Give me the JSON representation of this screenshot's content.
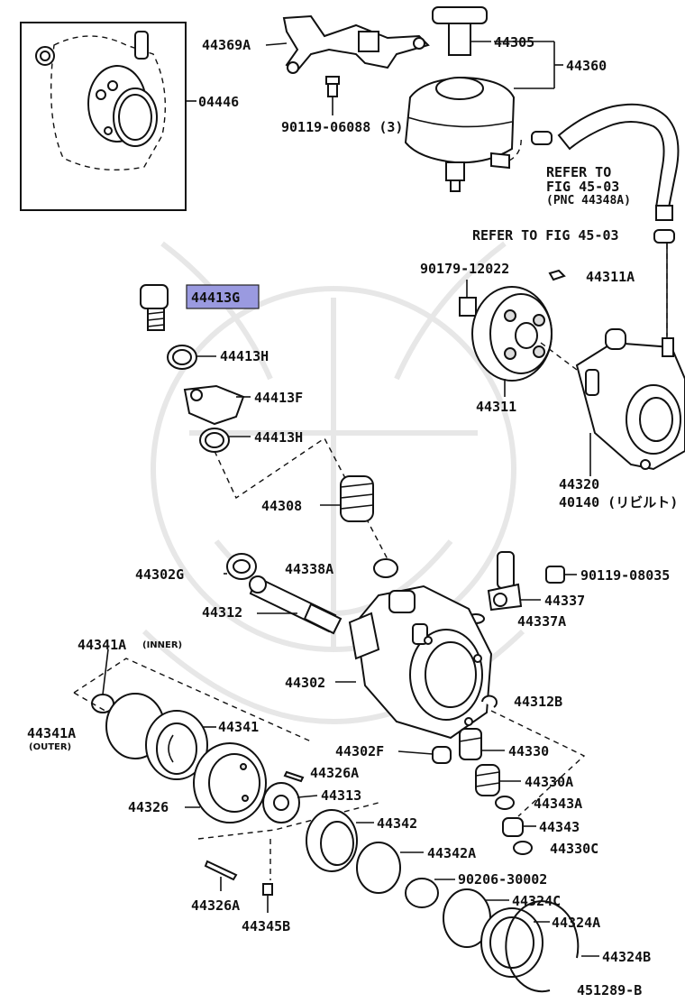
{
  "diagram_id": "451289-B",
  "highlight_color": "#9a9ae0",
  "labels": {
    "p04446": "04446",
    "p44369A": "44369A",
    "p44305": "44305",
    "p44360": "44360",
    "p90119_06088": "90119-06088 (3)",
    "refer1_line1": "REFER TO",
    "refer1_line2": "FIG 45-03",
    "refer1_line3": "(PNC 44348A)",
    "refer2": "REFER TO FIG 45-03",
    "p90179_12022": "90179-12022",
    "p44311A": "44311A",
    "p44413G": "44413G",
    "p44413H_a": "44413H",
    "p44413F": "44413F",
    "p44413H_b": "44413H",
    "p44311": "44311",
    "p44320": "44320",
    "p40140": "40140 (リビルト)",
    "p44308": "44308",
    "p44338A": "44338A",
    "p44302G": "44302G",
    "p90119_08035": "90119-08035",
    "p44337": "44337",
    "p44312": "44312",
    "p44337A": "44337A",
    "p44341A_inner": "44341A",
    "inner_note": "(INNER)",
    "p44302": "44302",
    "p44312B": "44312B",
    "p44341A_outer": "44341A",
    "outer_note": "(OUTER)",
    "p44341": "44341",
    "p44302F": "44302F",
    "p44330": "44330",
    "p44326A_a": "44326A",
    "p44330A": "44330A",
    "p44326": "44326",
    "p44313": "44313",
    "p44343A": "44343A",
    "p44342": "44342",
    "p44343": "44343",
    "p44330C": "44330C",
    "p44342A": "44342A",
    "p90206_30002": "90206-30002",
    "p44324C": "44324C",
    "p44326A_b": "44326A",
    "p44324A": "44324A",
    "p44345B": "44345B",
    "p44324B": "44324B"
  }
}
